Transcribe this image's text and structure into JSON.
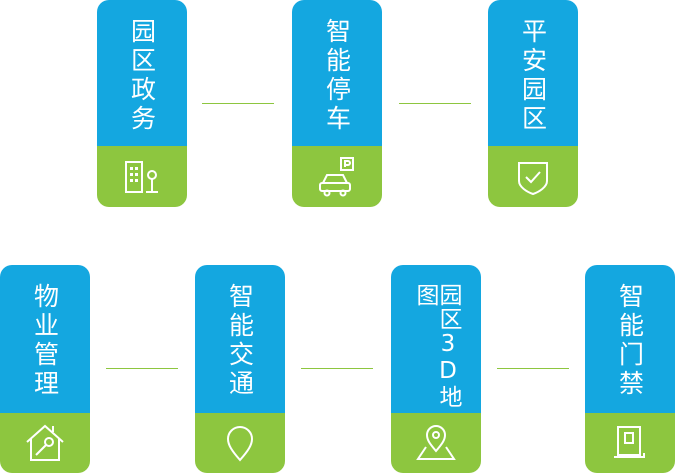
{
  "cards": [
    {
      "label": "园区政务",
      "icon": "building-icon"
    },
    {
      "label": "智能停车",
      "icon": "parking-car-icon"
    },
    {
      "label": "平安园区",
      "icon": "shield-check-icon"
    },
    {
      "label": "物业管理",
      "icon": "house-wrench-icon"
    },
    {
      "label": "智能交通",
      "icon": "location-pin-icon"
    },
    {
      "label": "园区3D地图",
      "icon": "map-pin-icon"
    },
    {
      "label": "智能门禁",
      "icon": "door-card-icon"
    }
  ],
  "colors": {
    "card_top": "#14a7e0",
    "card_bottom": "#8dc63f",
    "connector": "#8dc63f"
  }
}
